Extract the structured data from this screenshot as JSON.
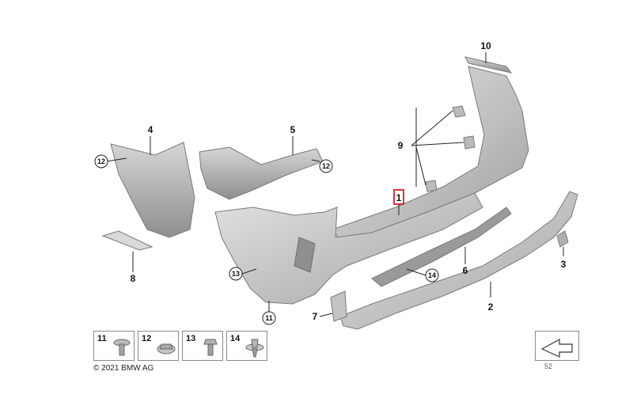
{
  "callouts": {
    "c1": "1",
    "c2": "2",
    "c3": "3",
    "c4": "4",
    "c5": "5",
    "c6": "6",
    "c7": "7",
    "c8": "8",
    "c9": "9",
    "c10": "10",
    "c11": "11",
    "c12a": "12",
    "c12b": "12",
    "c13": "13",
    "c14": "14"
  },
  "legend": [
    {
      "num": "11",
      "icon": "screw-icon"
    },
    {
      "num": "12",
      "icon": "nut-icon"
    },
    {
      "num": "13",
      "icon": "bolt-icon"
    },
    {
      "num": "14",
      "icon": "clip-icon"
    }
  ],
  "footer": {
    "copyright": "© 2021 BMW AG",
    "code": "52"
  },
  "colors": {
    "part_fill": "#c7c7c7",
    "part_dark": "#9a9a9a",
    "highlight": "#d0021b"
  }
}
